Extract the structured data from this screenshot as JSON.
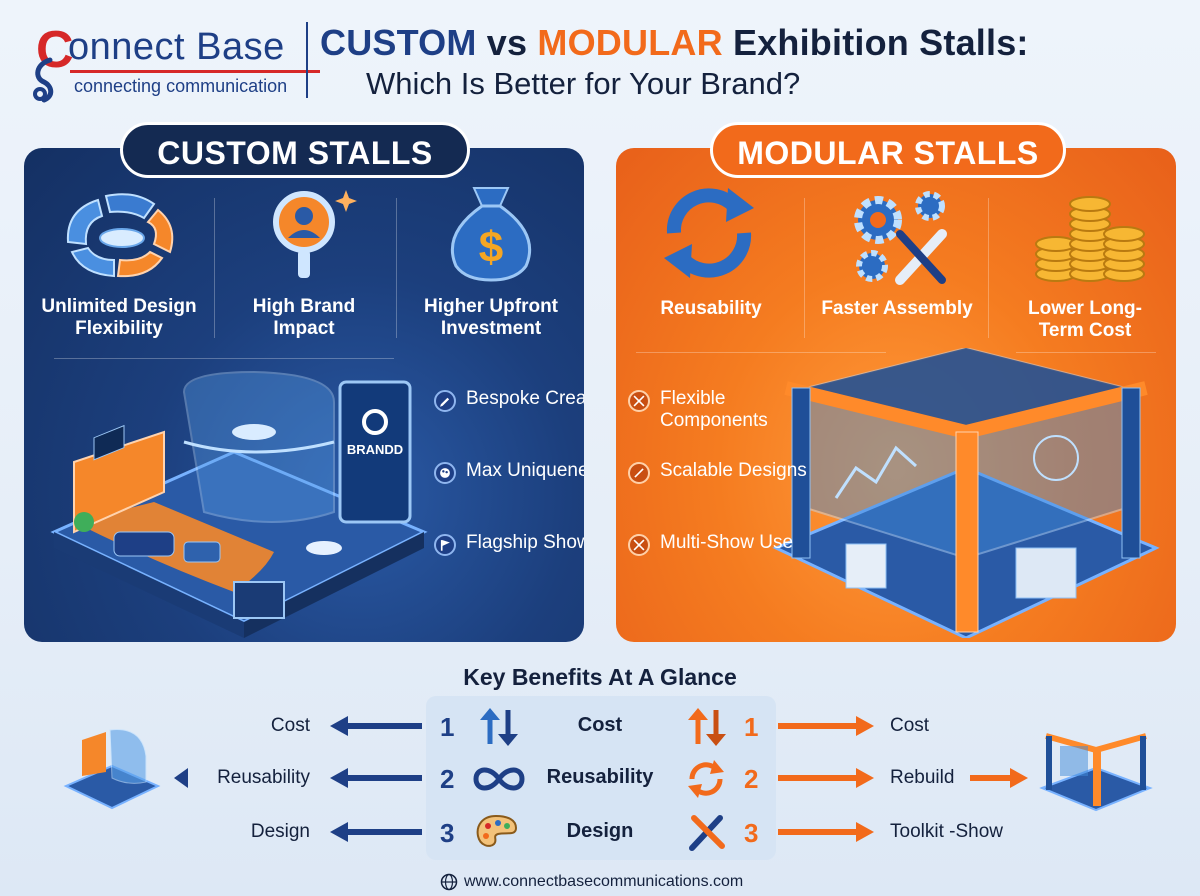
{
  "brand": {
    "logo_first_letter": "C",
    "logo_word": "onnect Base",
    "tagline": "connecting communication",
    "colors": {
      "navy": "#1e3f86",
      "orange": "#f26a1b",
      "red": "#d62828"
    }
  },
  "header": {
    "title_custom": "CUSTOM",
    "title_vs": " vs ",
    "title_modular": "MODULAR",
    "title_rest": " Exhibition Stalls:",
    "subtitle": "Which Is Better for Your Brand?"
  },
  "custom": {
    "heading": "CUSTOM STALLS",
    "features": [
      {
        "label": "Unlimited Design Flexibility",
        "icon": "curved-panels-icon"
      },
      {
        "label": "High Brand Impact",
        "icon": "magnifier-person-icon"
      },
      {
        "label": "Higher Upfront Investment",
        "icon": "money-bag-icon"
      }
    ],
    "bullets": [
      {
        "label": "Bespoke Creation",
        "icon": "pencil-icon"
      },
      {
        "label": "Max Uniqueness",
        "icon": "palette-icon"
      },
      {
        "label": "Flagship Shows",
        "icon": "flag-icon"
      }
    ],
    "booth_brand_label": "BRANDD"
  },
  "modular": {
    "heading": "MODULAR STALLS",
    "features": [
      {
        "label": "Reusability",
        "icon": "cycle-arrows-icon"
      },
      {
        "label": "Faster Assembly",
        "icon": "gears-wrench-icon"
      },
      {
        "label": "Lower Long-Term Cost",
        "icon": "coin-stacks-icon"
      }
    ],
    "bullets": [
      {
        "label": "Flexible Components",
        "icon": "expand-arrows-icon"
      },
      {
        "label": "Scalable Designs",
        "icon": "diagonal-arrows-icon"
      },
      {
        "label": "Multi-Show Use",
        "icon": "expand-arrows-icon"
      }
    ]
  },
  "benefits": {
    "title": "Key Benefits At A Glance",
    "rows": [
      {
        "left": "Cost",
        "num": "1",
        "center": "Cost",
        "right": "Cost",
        "left_icon": "up-down-arrows-icon",
        "right_icon": "up-down-arrows-icon"
      },
      {
        "left": "Reusability",
        "num": "2",
        "center": "Reusability",
        "right": "Rebuild",
        "left_icon": "infinity-icon",
        "right_icon": "cycle-arrows-icon"
      },
      {
        "left": "Design",
        "num": "3",
        "center": "Design",
        "right": "Toolkit -Show",
        "left_icon": "palette-icon",
        "right_icon": "tools-icon"
      }
    ]
  },
  "footer": {
    "url": "www.connectbasecommunications.com",
    "icon": "globe-icon"
  }
}
